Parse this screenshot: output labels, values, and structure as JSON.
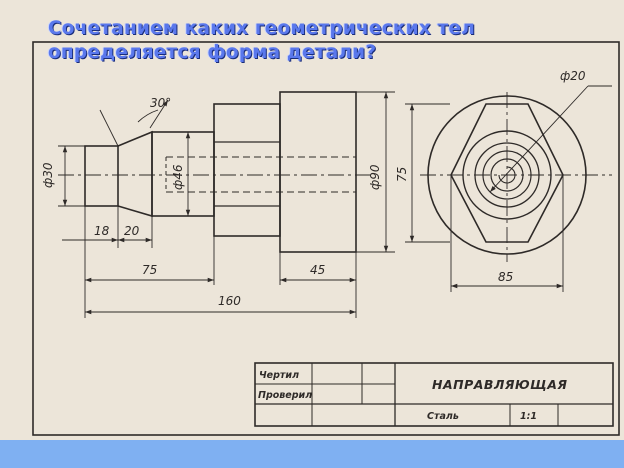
{
  "slide": {
    "question": "Сочетанием каких геометрических тел определяется форма детали?"
  },
  "drawing": {
    "dimensions": {
      "chamfer_angle": "30°",
      "small_diameter": "ф30",
      "mid_diameter": "ф46",
      "large_diameter": "ф90",
      "height": "75",
      "circle_diameter": "ф20",
      "len_18": "18",
      "len_20": "20",
      "len_75": "75",
      "len_45": "45",
      "len_total": "160",
      "hex_width": "85"
    },
    "title_block": {
      "drawn_label": "Чертил",
      "checked_label": "Проверил",
      "part_name": "НАПРАВЛЯЮЩАЯ",
      "material": "Сталь",
      "scale": "1:1"
    }
  },
  "colors": {
    "paper": "#ece5d9",
    "ink": "#2e2a28",
    "question_text": "#5a78ec",
    "bottom_band": "#7fb0f2"
  }
}
